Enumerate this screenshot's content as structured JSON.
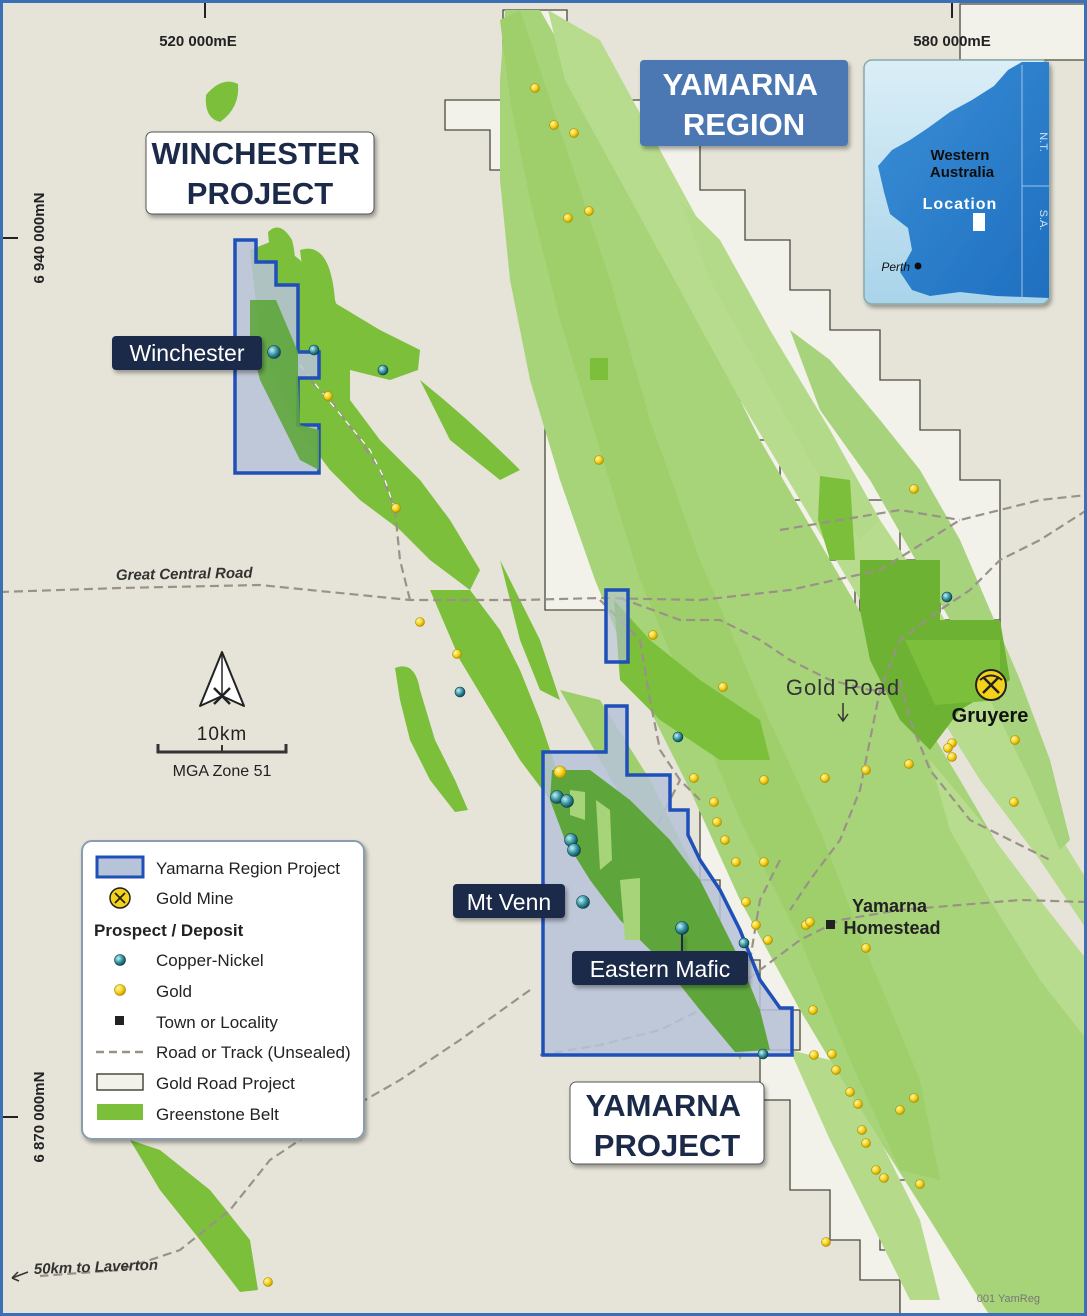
{
  "region_title": [
    "YAMARNA",
    "REGION"
  ],
  "winchester_title": [
    "WINCHESTER",
    "PROJECT"
  ],
  "yamarna_title": [
    "YAMARNA",
    "PROJECT"
  ],
  "coords": {
    "e520": "520 000mE",
    "e580": "580 000mE",
    "n6940": "6 940 000mN",
    "n6870": "6 870 000mN"
  },
  "roads": {
    "great_central": "Great Central Road",
    "laverton": "50km to Laverton"
  },
  "places": {
    "winchester": "Winchester",
    "mt_venn": "Mt Venn",
    "eastern_mafic": "Eastern Mafic",
    "gruyere": "Gruyere",
    "homestead": [
      "Yamarna",
      "Homestead"
    ],
    "gold_road": "Gold Road"
  },
  "scale": {
    "label": "10km",
    "zone": "MGA Zone 51"
  },
  "inset": {
    "state": [
      "Western",
      "Australia"
    ],
    "location": "Location",
    "perth": "Perth",
    "nt": "N.T.",
    "sa": "S.A."
  },
  "legend": {
    "project": "Yamarna Region Project",
    "gold_mine": "Gold Mine",
    "prospect_heading": "Prospect / Deposit",
    "copper_nickel": "Copper-Nickel",
    "gold": "Gold",
    "town": "Town or Locality",
    "road": "Road or Track (Unsealed)",
    "gold_road_project": "Gold Road Project",
    "greenstone": "Greenstone Belt"
  },
  "figure_code": "001 YamReg",
  "colors": {
    "background": "#e6e4d8",
    "tenement_fill": "#f2f1ea",
    "greenstone_light": "#9fcf6a",
    "greenstone_bright": "#7bbf3a",
    "greenstone_dark": "#5ea63c",
    "project_outline": "#1f4fb8",
    "project_fill": "#b7c3d9",
    "gold_dot": "#f5d21a",
    "cu_ni_dot": "#2f8f9a",
    "label_bg": "#1d2948",
    "title_box": "#4b78b3"
  }
}
